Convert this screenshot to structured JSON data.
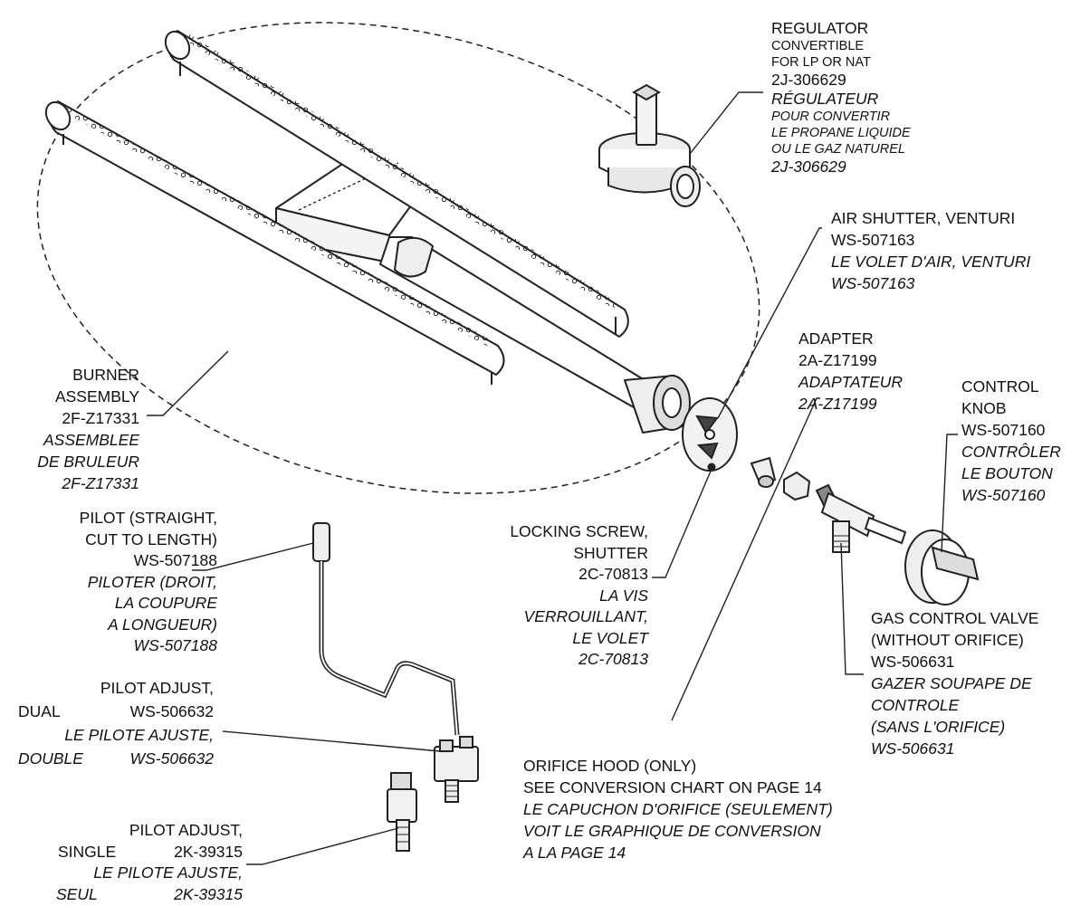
{
  "regulator": {
    "title": "REGULATOR",
    "line1": "CONVERTIBLE",
    "line2": "FOR LP OR NAT",
    "part": "2J-306629",
    "fr_title": "RÉGULATEUR",
    "fr_line1": "POUR CONVERTIR",
    "fr_line2": "LE PROPANE LIQUIDE",
    "fr_line3": "OU LE GAZ NATUREL",
    "fr_part": "2J-306629"
  },
  "air_shutter": {
    "title": "AIR SHUTTER, VENTURI",
    "part": "WS-507163",
    "fr_title": "LE VOLET D'AIR, VENTURI",
    "fr_part": "WS-507163"
  },
  "adapter": {
    "title": "ADAPTER",
    "part": "2A-Z17199",
    "fr_title": "ADAPTATEUR",
    "fr_part": "2A-Z17199"
  },
  "control_knob": {
    "line1": "CONTROL",
    "line2": "KNOB",
    "part": "WS-507160",
    "fr_line1": "CONTRÔLER",
    "fr_line2": "LE BOUTON",
    "fr_part": "WS-507160"
  },
  "burner": {
    "line1": "BURNER",
    "line2": "ASSEMBLY",
    "part": "2F-Z17331",
    "fr_line1": "ASSEMBLEE",
    "fr_line2": "DE BRULEUR",
    "fr_part": "2F-Z17331"
  },
  "pilot": {
    "line1": "PILOT (STRAIGHT,",
    "line2": "CUT TO LENGTH)",
    "part": "WS-507188",
    "fr_line1": "PILOTER (DROIT,",
    "fr_line2": "LA COUPURE",
    "fr_line3": "A LONGUEUR)",
    "fr_part": "WS-507188"
  },
  "locking_screw": {
    "line1": "LOCKING SCREW,",
    "line2": "SHUTTER",
    "part": "2C-70813",
    "fr_line1": "LA VIS",
    "fr_line2": "VERROUILLANT,",
    "fr_line3": "LE VOLET",
    "fr_part": "2C-70813"
  },
  "gas_valve": {
    "line1": "GAS CONTROL VALVE",
    "line2": "(WITHOUT ORIFICE)",
    "part": "WS-506631",
    "fr_line1": "GAZER SOUPAPE DE",
    "fr_line2": "CONTROLE",
    "fr_line3": "(SANS L'ORIFICE)",
    "fr_part": "WS-506631"
  },
  "pilot_dual": {
    "line1": "PILOT ADJUST,",
    "line2_name": "DUAL",
    "line2_part": "WS-506632",
    "fr_line1": "LE PILOTE AJUSTE,",
    "fr_line2_name": "DOUBLE",
    "fr_line2_part": "WS-506632"
  },
  "orifice_hood": {
    "line1": "ORIFICE HOOD (ONLY)",
    "line2": "SEE CONVERSION CHART ON PAGE 14",
    "fr_line1": "LE CAPUCHON D'ORIFICE (SEULEMENT)",
    "fr_line2": "VOIT LE GRAPHIQUE DE CONVERSION",
    "fr_line3": "A LA PAGE 14"
  },
  "pilot_single": {
    "line1": "PILOT ADJUST,",
    "line2_name": "SINGLE",
    "line2_part": "2K-39315",
    "fr_line1": "LE PILOTE AJUSTE,",
    "fr_line2_name": "SEUL",
    "fr_line2_part": "2K-39315"
  }
}
